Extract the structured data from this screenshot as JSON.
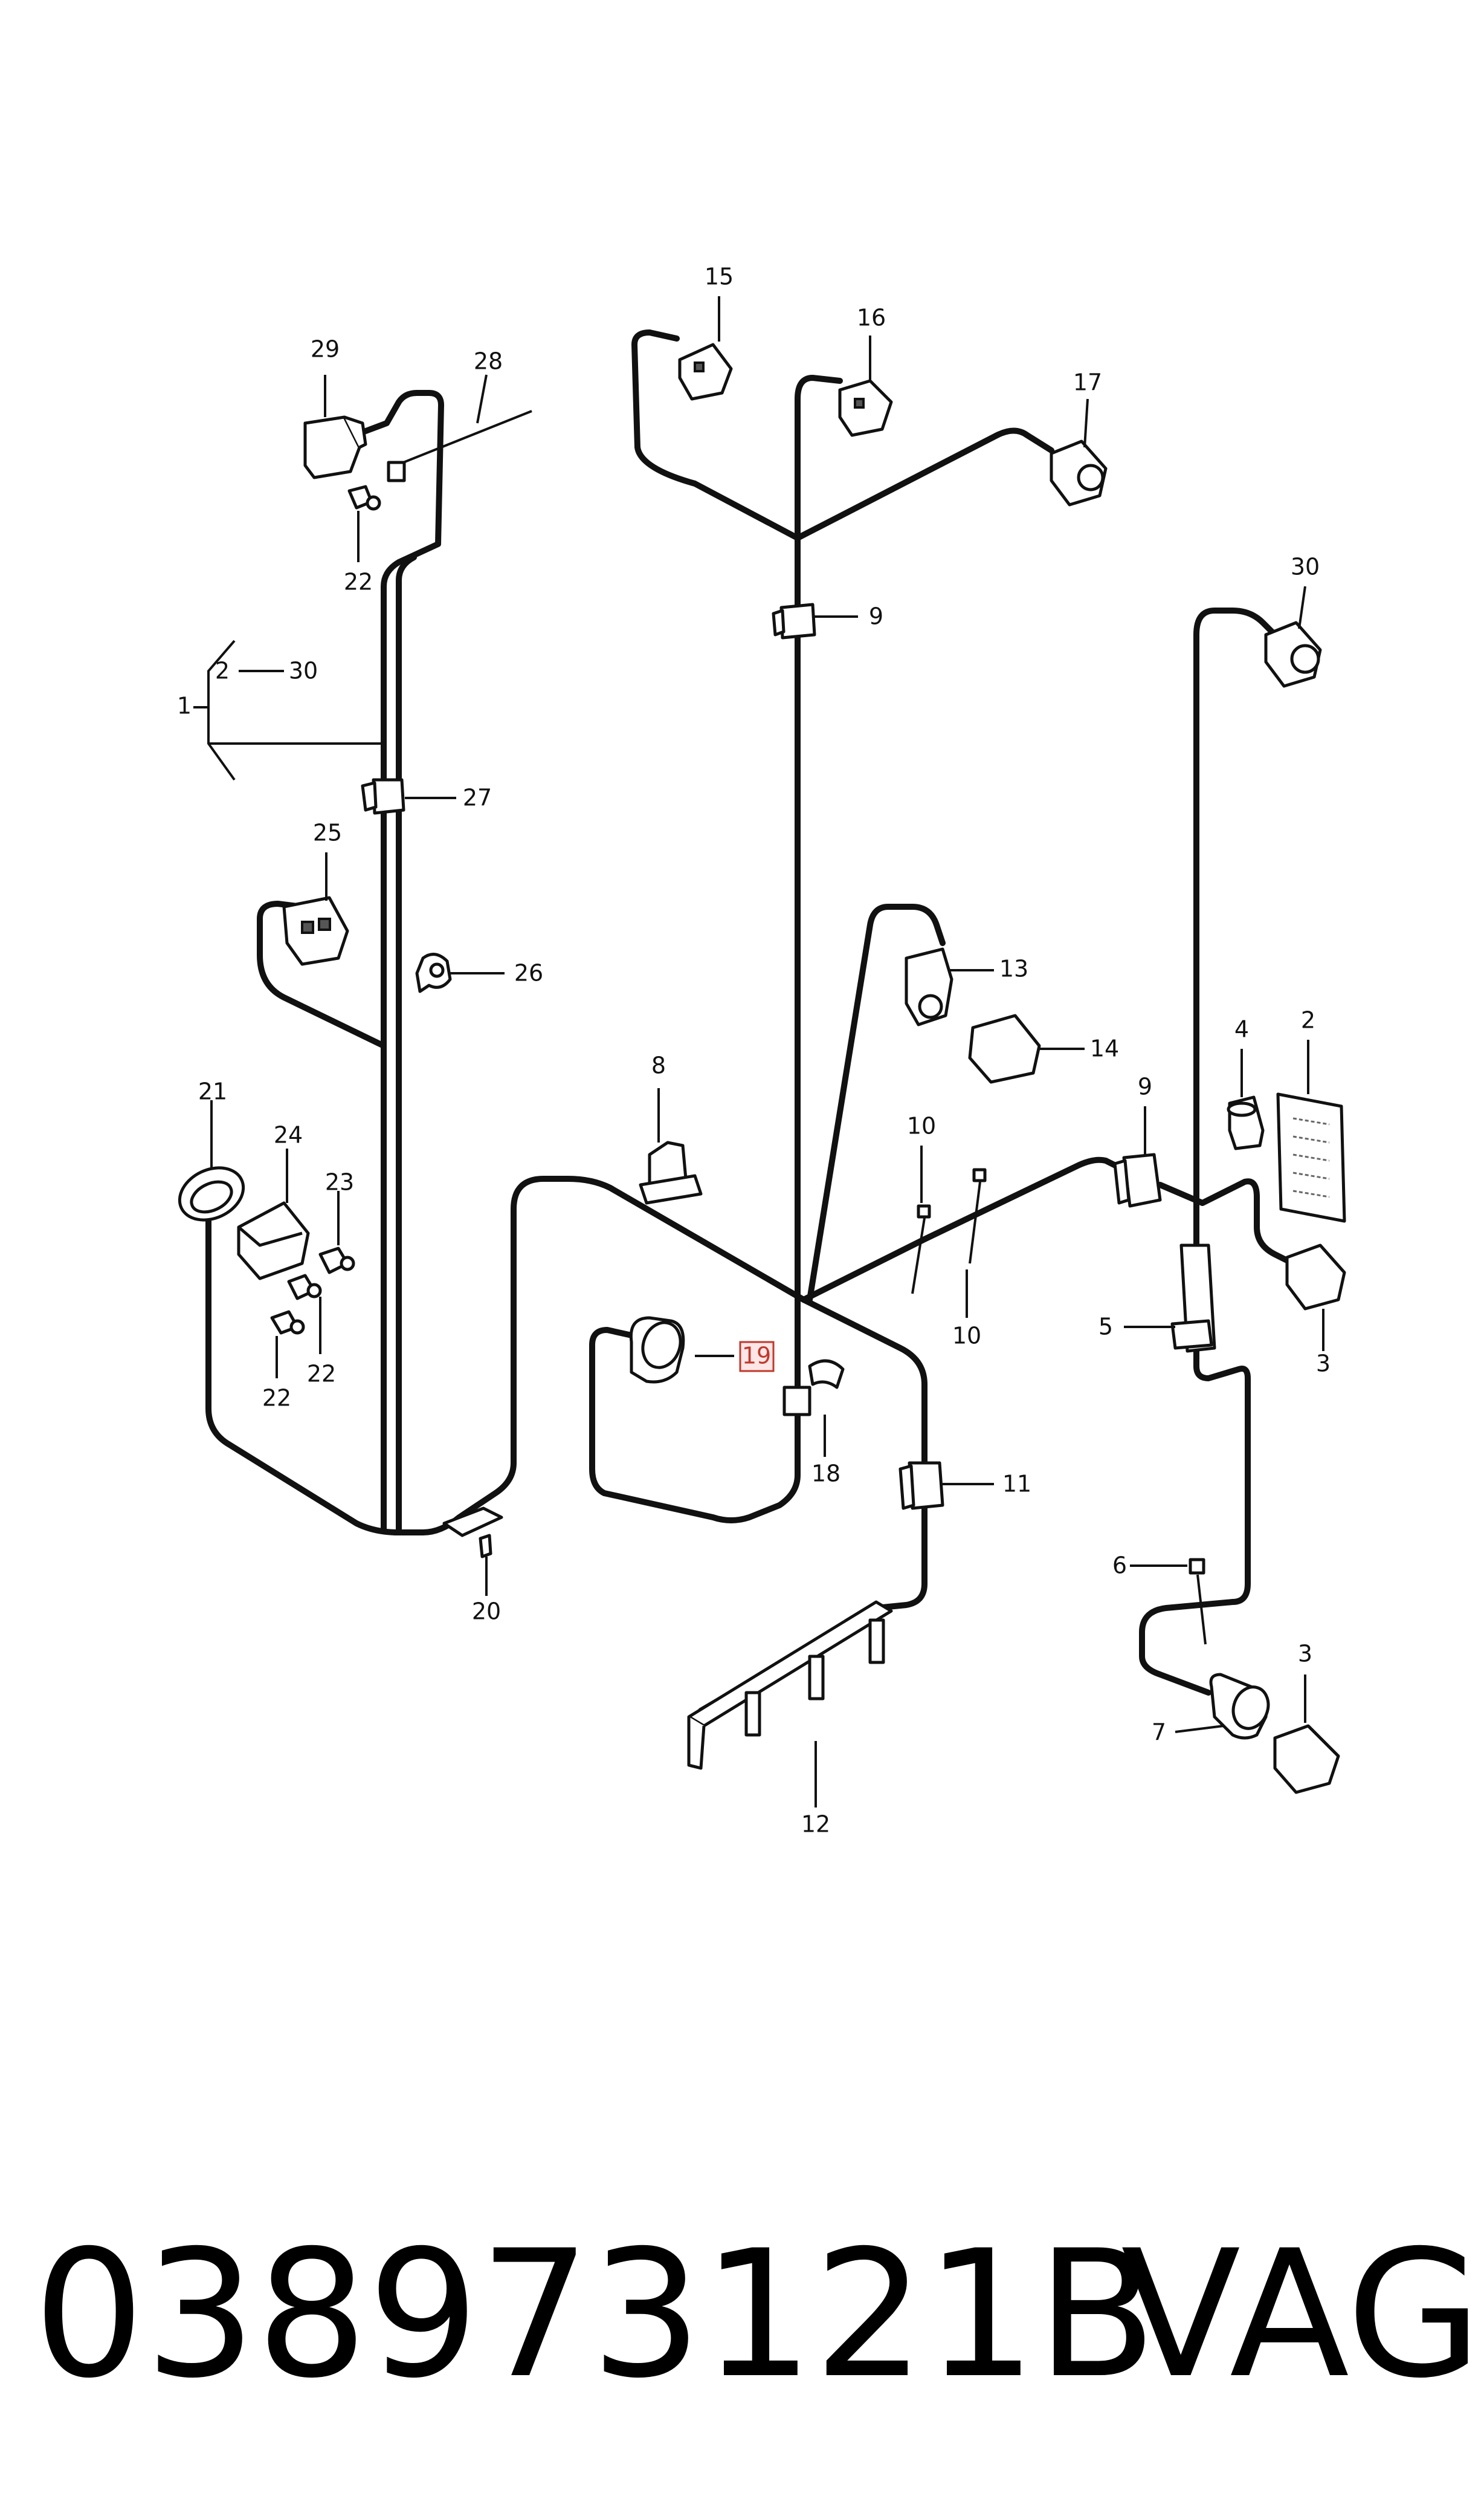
{
  "diagram": {
    "highlighted_callout": "19",
    "callouts": [
      {
        "id": "c29",
        "text": "29"
      },
      {
        "id": "c28",
        "text": "28"
      },
      {
        "id": "c22a",
        "text": "22"
      },
      {
        "id": "c1",
        "text": "1"
      },
      {
        "id": "c2a",
        "text": "2"
      },
      {
        "id": "c30a",
        "text": "30"
      },
      {
        "id": "c27",
        "text": "27"
      },
      {
        "id": "c25",
        "text": "25"
      },
      {
        "id": "c26",
        "text": "26"
      },
      {
        "id": "c21",
        "text": "21"
      },
      {
        "id": "c24",
        "text": "24"
      },
      {
        "id": "c23",
        "text": "23"
      },
      {
        "id": "c22b",
        "text": "22"
      },
      {
        "id": "c22c",
        "text": "22"
      },
      {
        "id": "c20",
        "text": "20"
      },
      {
        "id": "c15",
        "text": "15"
      },
      {
        "id": "c16",
        "text": "16"
      },
      {
        "id": "c17",
        "text": "17"
      },
      {
        "id": "c9a",
        "text": "9"
      },
      {
        "id": "c30b",
        "text": "30"
      },
      {
        "id": "c13",
        "text": "13"
      },
      {
        "id": "c14",
        "text": "14"
      },
      {
        "id": "c8",
        "text": "8"
      },
      {
        "id": "c10a",
        "text": "10"
      },
      {
        "id": "c10b",
        "text": "10"
      },
      {
        "id": "c9b",
        "text": "9"
      },
      {
        "id": "c4",
        "text": "4"
      },
      {
        "id": "c2b",
        "text": "2"
      },
      {
        "id": "c5",
        "text": "5"
      },
      {
        "id": "c3a",
        "text": "3"
      },
      {
        "id": "c19",
        "text": "19"
      },
      {
        "id": "c18",
        "text": "18"
      },
      {
        "id": "c11",
        "text": "11"
      },
      {
        "id": "c6",
        "text": "6"
      },
      {
        "id": "c7",
        "text": "7"
      },
      {
        "id": "c3b",
        "text": "3"
      },
      {
        "id": "c12",
        "text": "12"
      }
    ]
  },
  "footer": {
    "part_number": "038973121B",
    "brand": "VAG"
  },
  "colors": {
    "line": "#111111",
    "background": "#ffffff",
    "highlight": "#c0392b",
    "highlight_fill": "#fde6e6"
  }
}
